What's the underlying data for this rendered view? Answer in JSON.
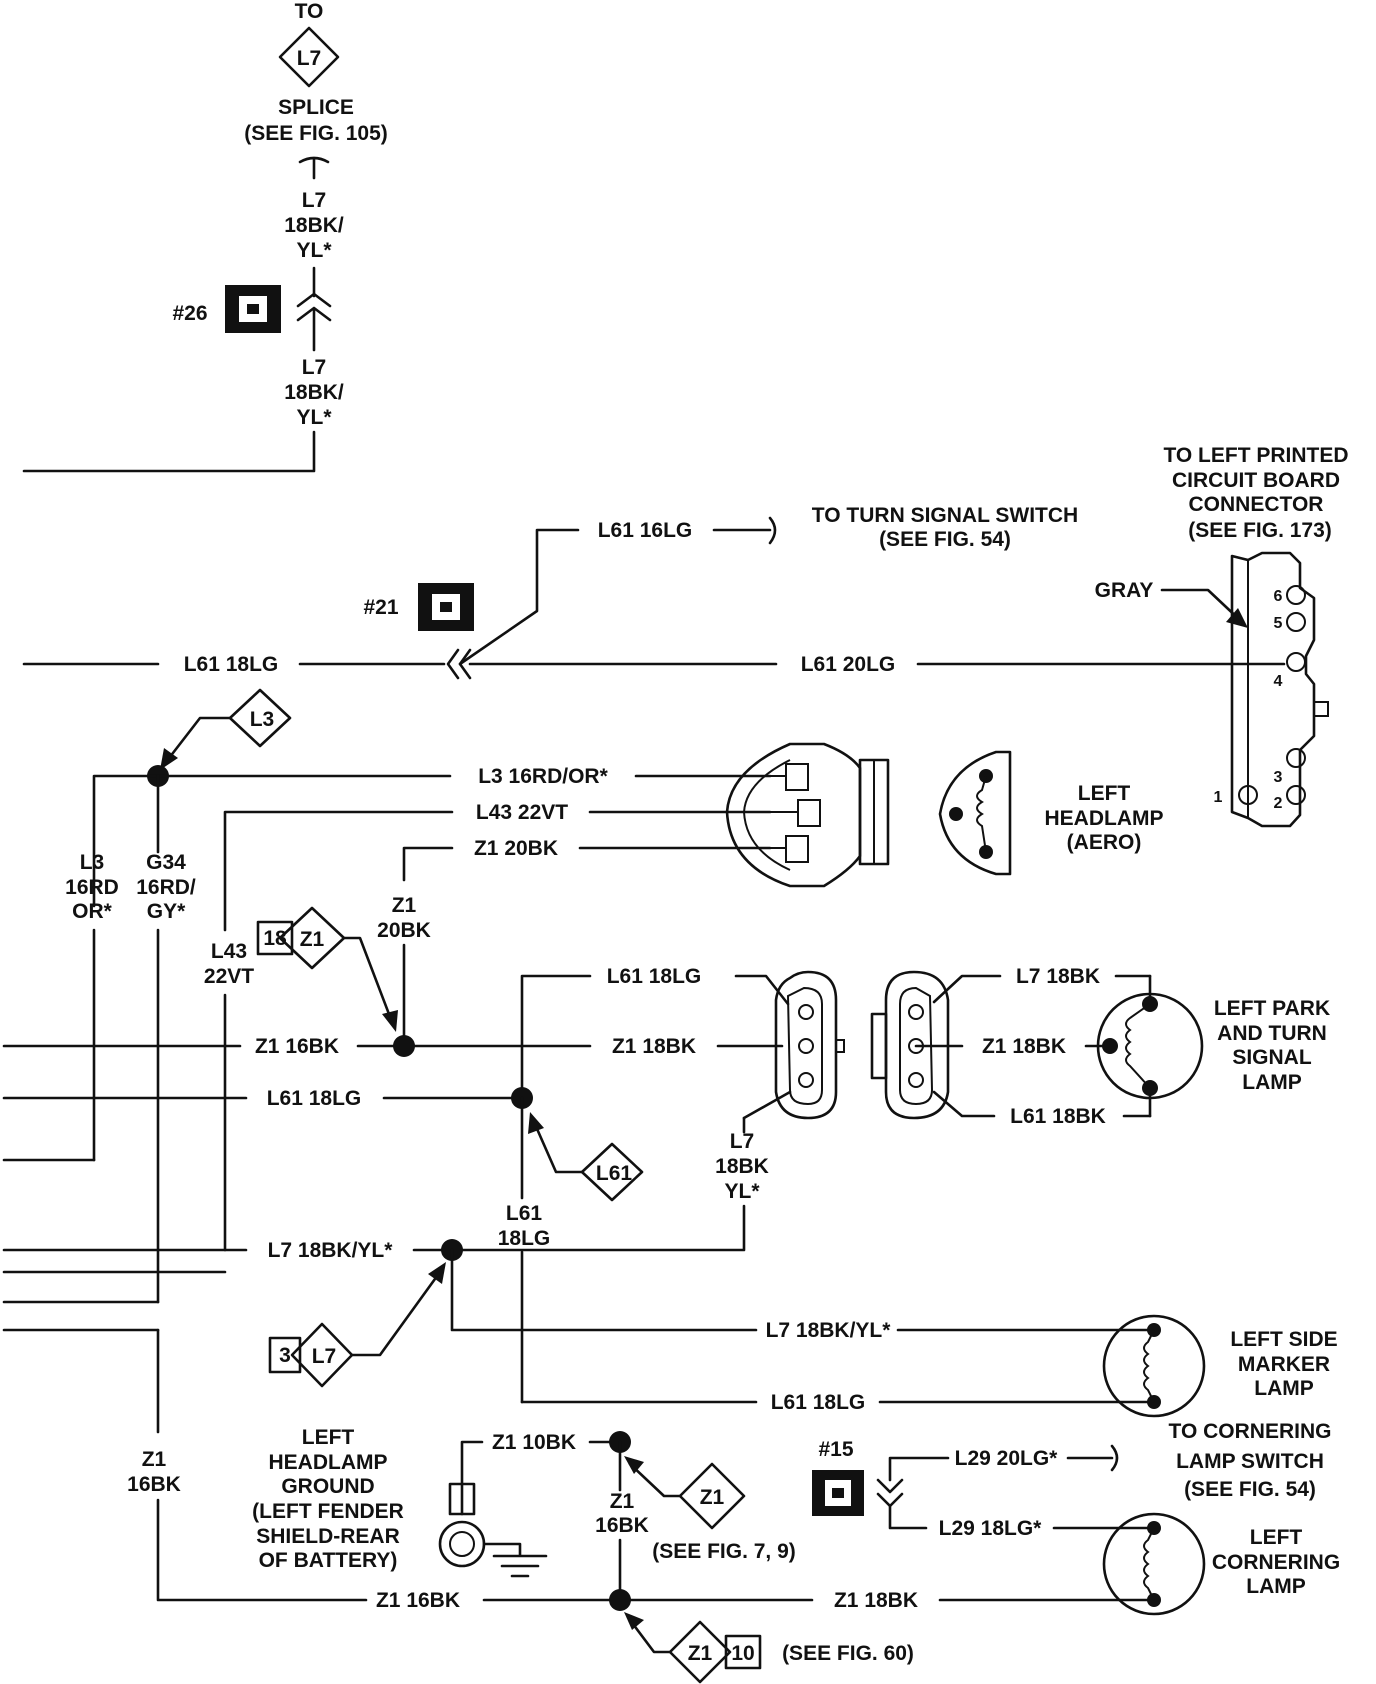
{
  "top": {
    "to": "TO",
    "splice_ref": "L7",
    "splice_title": "SPLICE",
    "splice_see": "(SEE FIG. 105)",
    "wire_upper": [
      "L7",
      "18BK/",
      "YL*"
    ],
    "connector_26": "#26",
    "wire_lower": [
      "L7",
      "18BK/",
      "YL*"
    ]
  },
  "turn_signal": {
    "wire_label": "L61 16LG",
    "dest_title": "TO TURN SIGNAL SWITCH",
    "dest_see": "(SEE FIG. 54)",
    "connector_21": "#21"
  },
  "main_bus": {
    "left_label": "L61 18LG",
    "right_label": "L61 20LG"
  },
  "pcb": {
    "title": [
      "TO LEFT PRINTED",
      "CIRCUIT BOARD",
      "CONNECTOR"
    ],
    "see": "(SEE FIG. 173)",
    "gray": "GRAY",
    "pins": [
      "6",
      "5",
      "4",
      "3",
      "2",
      "1"
    ]
  },
  "headlamp": {
    "ref_l3": "L3",
    "wire_l3": "L3 16RD/OR*",
    "wire_l43": "L43 22VT",
    "wire_z1": "Z1 20BK",
    "title": [
      "LEFT",
      "HEADLAMP",
      "(AERO)"
    ],
    "v_l3": [
      "L3",
      "16RD",
      "OR*"
    ],
    "v_g34": [
      "G34",
      "16RD/",
      "GY*"
    ],
    "v_l43": [
      "L43",
      "22VT"
    ],
    "v_z1": [
      "Z1",
      "20BK"
    ],
    "ref_z1_pin": "18",
    "ref_z1": "Z1"
  },
  "park_lamp": {
    "z1_left": "Z1 16BK",
    "z1_right": "Z1 18BK",
    "l61_top": "L61 18LG",
    "l61_left": "L61 18LG",
    "ref_l61": "L61",
    "v_l61": [
      "L61",
      "18LG"
    ],
    "v_l7": [
      "L7",
      "18BK",
      "YL*"
    ],
    "lamp_l7": "L7 18BK",
    "lamp_z1": "Z1 18BK",
    "lamp_l61": "L61 18BK",
    "title": [
      "LEFT PARK",
      "AND TURN",
      "SIGNAL",
      "LAMP"
    ]
  },
  "side_marker": {
    "l7_left": "L7 18BK/YL*",
    "ref_pin": "3",
    "ref_l7": "L7",
    "l7_right": "L7 18BK/YL*",
    "l61": "L61 18LG",
    "title": [
      "LEFT SIDE",
      "MARKER",
      "LAMP"
    ]
  },
  "ground": {
    "v_z1": [
      "Z1",
      "16BK"
    ],
    "title": [
      "LEFT",
      "HEADLAMP",
      "GROUND",
      "(LEFT FENDER",
      "SHIELD-REAR",
      "OF BATTERY)"
    ],
    "z1_10bk": "Z1 10BK",
    "v_z1_b": [
      "Z1",
      "16BK"
    ],
    "ref_z1": "Z1",
    "see_7_9": "(SEE FIG. 7, 9)",
    "z1_16bk": "Z1 16BK",
    "z1_18bk": "Z1 18BK",
    "ref_z1_b": "Z1",
    "ref_pin_b": "10",
    "see_60": "(SEE FIG. 60)"
  },
  "cornering": {
    "connector_15": "#15",
    "l29_top": "L29 20LG*",
    "l29_bottom": "L29 18LG*",
    "dest": [
      "TO CORNERING",
      "LAMP SWITCH",
      "(SEE FIG. 54)"
    ],
    "title": [
      "LEFT",
      "CORNERING",
      "LAMP"
    ]
  }
}
